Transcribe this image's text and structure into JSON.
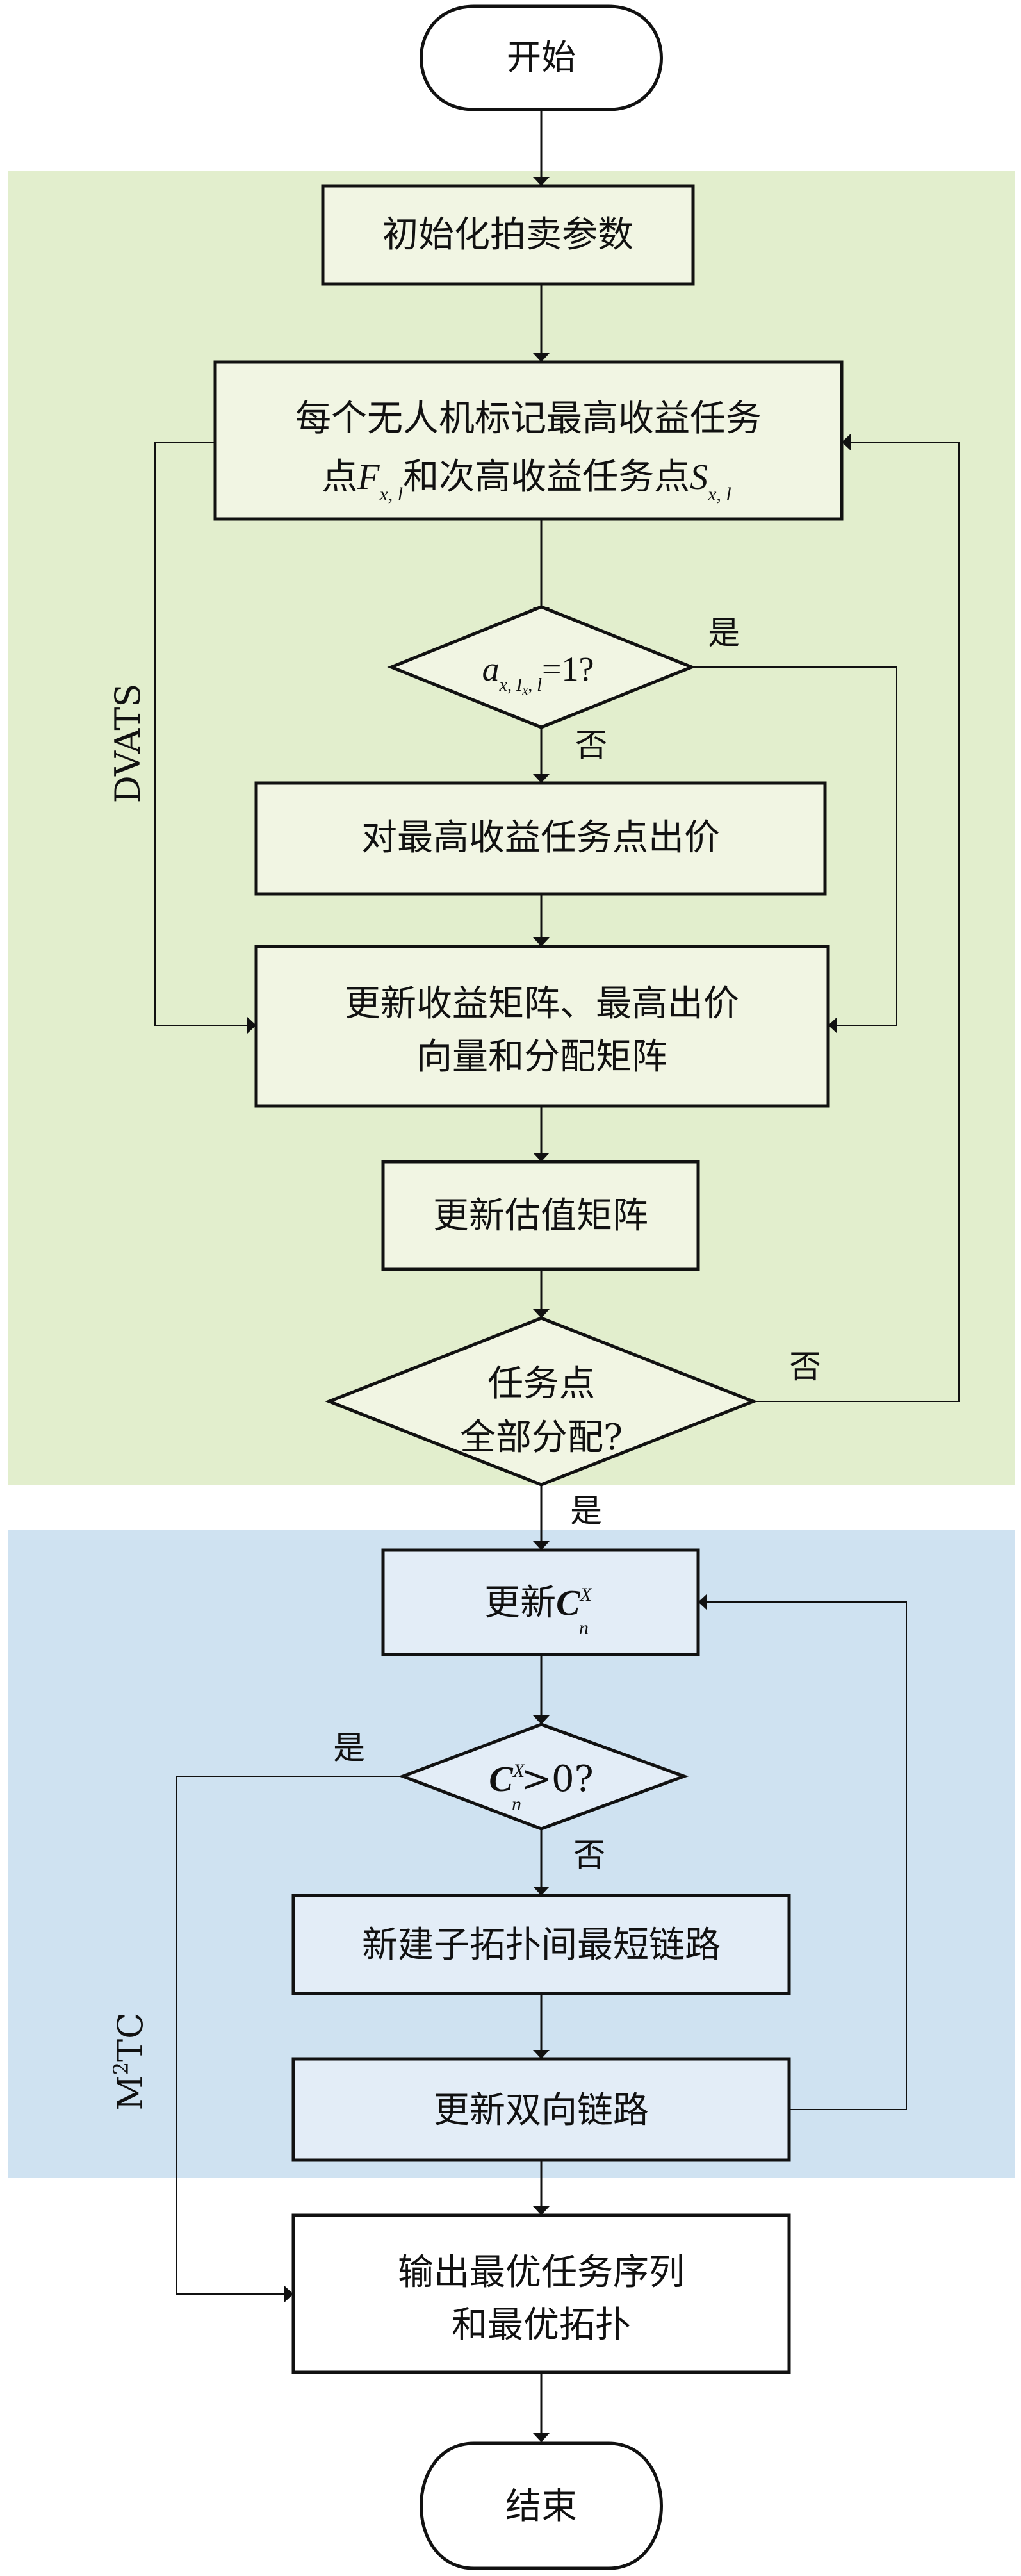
{
  "colors": {
    "dvats_band": "#e2eecd",
    "dvats_node": "#f1f5e3",
    "m2tc_band": "#cfe2f1",
    "m2tc_node": "#e3edf7",
    "stroke": "#111111",
    "plain_node": "#ffffff"
  },
  "regions": {
    "dvats_label": "DVATS",
    "m2tc_label_main": "M",
    "m2tc_label_sup": "2",
    "m2tc_label_rest": "TC"
  },
  "nodes": {
    "start": "开始",
    "init": "初始化拍卖参数",
    "mark_line1": "每个无人机标记最高收益任务",
    "mark_line2_a": "点",
    "mark_F": "F",
    "mark_F_sub": "x, l",
    "mark_line2_b": "和次高收益任务点",
    "mark_S": "S",
    "mark_S_sub": "x, l",
    "cond1_a": "a",
    "cond1_sub": "x, I",
    "cond1_subsub": "x",
    "cond1_sub2": ", l",
    "cond1_rest": "=1?",
    "bid": "对最高收益任务点出价",
    "update_line1": "更新收益矩阵、最高出价",
    "update_line2": "向量和分配矩阵",
    "update_value": "更新估值矩阵",
    "cond2_line1": "任务点",
    "cond2_line2": "全部分配?",
    "update_c_prefix": "更新",
    "C": "C",
    "C_sup": "X",
    "C_sub": "n",
    "cond3_rest": ">0?",
    "new_link": "新建子拓扑间最短链路",
    "update_bidir": "更新双向链路",
    "output_line1": "输出最优任务序列",
    "output_line2": "和最优拓扑",
    "end": "结束"
  },
  "edge_labels": {
    "cond1_yes": "是",
    "cond1_no": "否",
    "cond2_no": "否",
    "cond2_yes": "是",
    "cond3_yes": "是",
    "cond3_no": "否"
  }
}
